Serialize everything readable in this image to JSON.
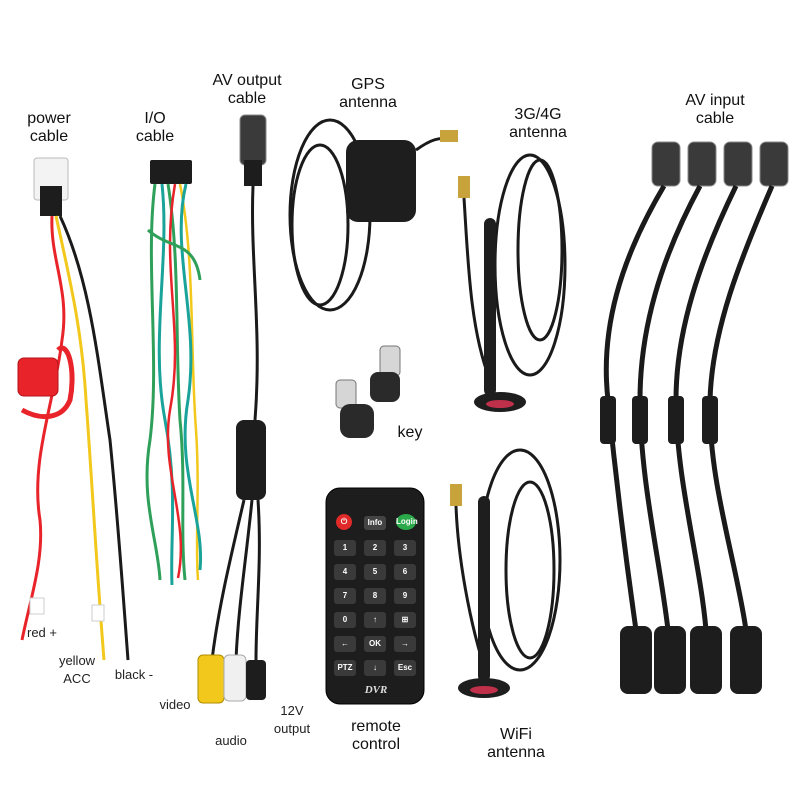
{
  "labels": {
    "power_cable": [
      "power",
      "cable"
    ],
    "io_cable": [
      "I/O",
      "cable"
    ],
    "av_output_cable": [
      "AV output",
      "cable"
    ],
    "gps_antenna": [
      "GPS",
      "antenna"
    ],
    "g34_antenna": [
      "3G/4G",
      "antenna"
    ],
    "av_input_cable": [
      "AV input",
      "cable"
    ],
    "key": "key",
    "remote_control": [
      "remote",
      "control"
    ],
    "wifi_antenna": [
      "WiFi",
      "antenna"
    ],
    "red": "red +",
    "yellow": [
      "yellow",
      "ACC"
    ],
    "black": "black -",
    "video": "video",
    "audio": "audio",
    "v12": [
      "12V",
      "output"
    ]
  },
  "remote": {
    "brand": "DVR",
    "top_keys": [
      "",
      "Info",
      "Login"
    ],
    "number_keys": [
      "1",
      "2",
      "3",
      "4",
      "5",
      "6",
      "7",
      "8",
      "9",
      "0",
      "↑",
      "⊞",
      "←",
      "OK",
      "→",
      "PTZ",
      "↓",
      "Esc"
    ]
  },
  "colors": {
    "red_wire": "#e8242a",
    "yellow_wire": "#f2c81c",
    "black_wire": "#1a1a1a",
    "green_wire": "#2fa05a",
    "teal_wire": "#1aa39a",
    "power_key": "#e02a2a",
    "login_key": "#2aa84a"
  }
}
